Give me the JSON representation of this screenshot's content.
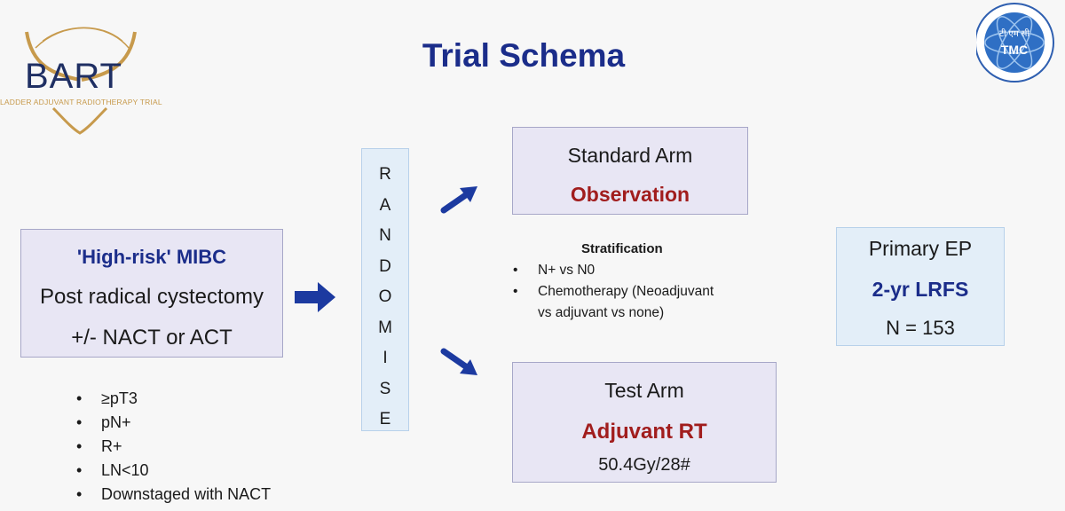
{
  "logo_left": {
    "word": "BART",
    "subtitle": "LADDER ADJUVANT RADIOTHERAPY TRIAL"
  },
  "logo_right": {
    "hindi": "टी एम सी",
    "name": "TMC"
  },
  "title": "Trial Schema",
  "eligibility": {
    "heading": "'High-risk' MIBC",
    "line2": "Post radical cystectomy",
    "line3": "+/- NACT or ACT"
  },
  "criteria": [
    "≥pT3",
    "pN+",
    "R+",
    "LN<10",
    "Downstaged with NACT"
  ],
  "randomise_letters": [
    "R",
    "A",
    "N",
    "D",
    "O",
    "M",
    "I",
    "S",
    "E"
  ],
  "standard_arm": {
    "title": "Standard Arm",
    "treatment": "Observation"
  },
  "test_arm": {
    "title": "Test Arm",
    "treatment": "Adjuvant RT",
    "dose": "50.4Gy/28#"
  },
  "stratification": {
    "heading": "Stratification",
    "items": [
      "N+ vs N0",
      "Chemotherapy (Neoadjuvant",
      "vs adjuvant vs none)"
    ]
  },
  "primary_ep": {
    "title": "Primary EP",
    "measure": "2-yr LRFS",
    "n": "N = 153"
  },
  "colors": {
    "title": "#1b2d8a",
    "treatment": "#a11d1d",
    "arrow": "#1c3aa0"
  }
}
